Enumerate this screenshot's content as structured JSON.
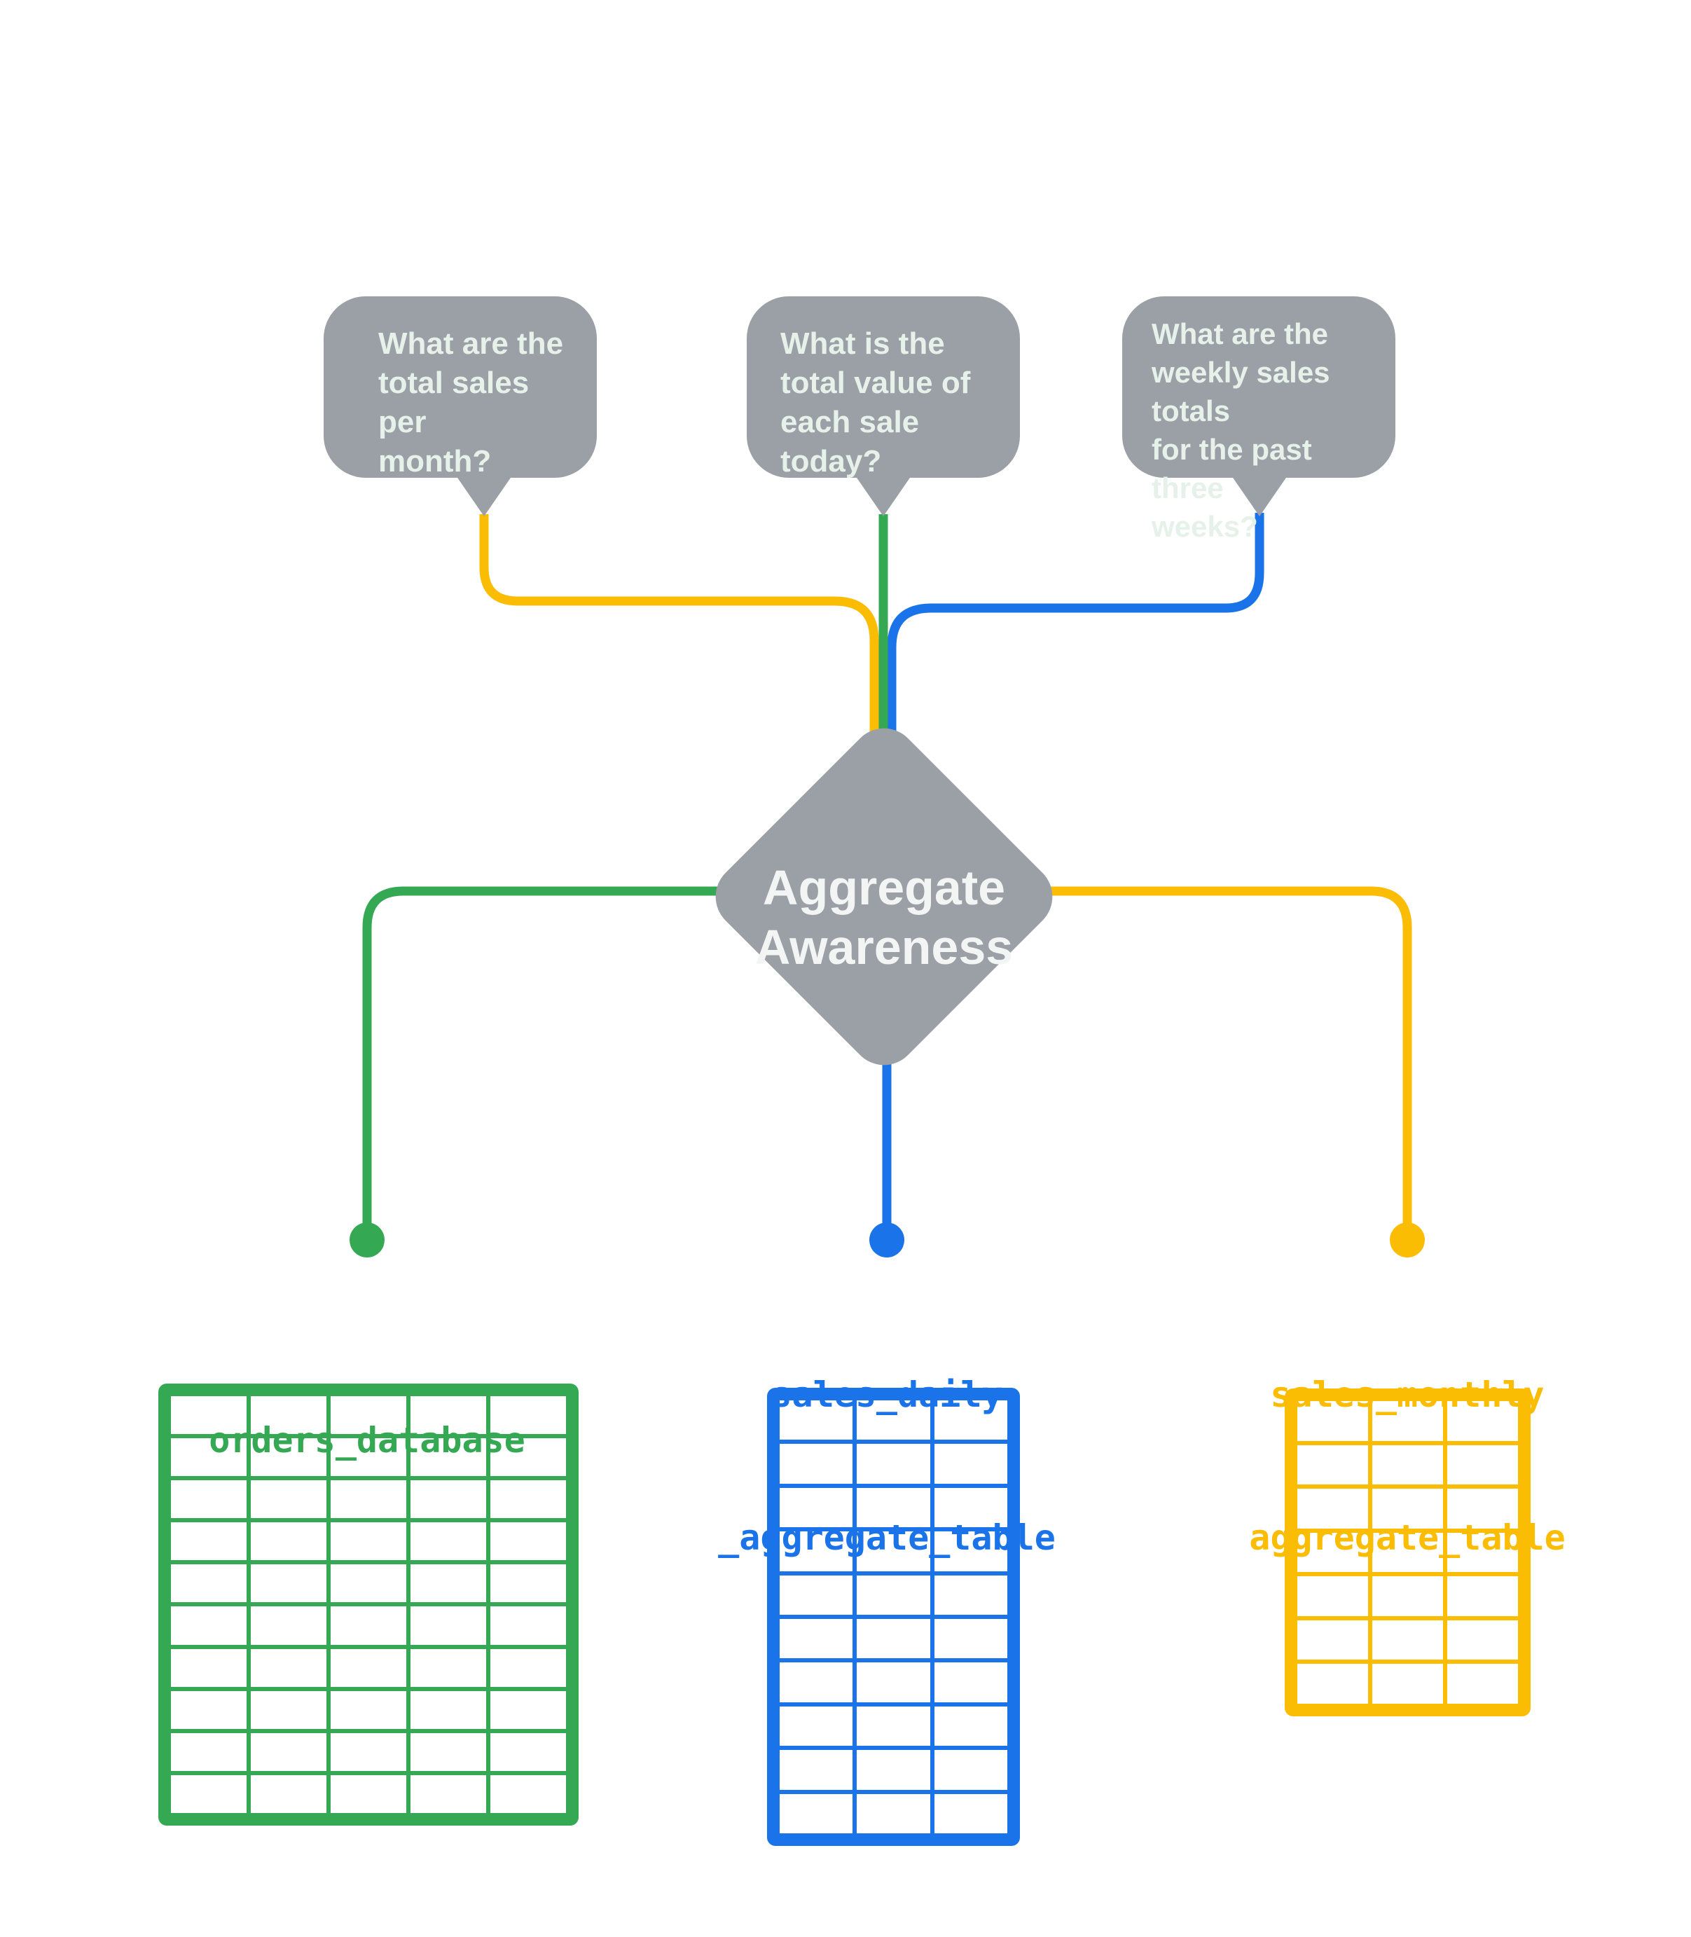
{
  "colors": {
    "green": "#34A853",
    "blue": "#1A73E8",
    "yellow": "#FBBC04",
    "gray": "#9AA0A6",
    "bubble_text": "#E6F1E9",
    "diamond_text": "#F3F5F4"
  },
  "bubbles": [
    {
      "id": "monthly-question",
      "lines": [
        "What are the",
        "total sales per",
        "month?"
      ]
    },
    {
      "id": "daily-question",
      "lines": [
        "What is the",
        "total value of",
        "each sale today?"
      ]
    },
    {
      "id": "weekly-question",
      "lines": [
        "What are the",
        "weekly sales totals",
        "for the past three",
        "weeks?"
      ]
    }
  ],
  "diamond": {
    "lines": [
      "Aggregate",
      "Awareness"
    ]
  },
  "tables": [
    {
      "id": "orders-database",
      "label_lines": [
        "orders_database"
      ],
      "color_key": "green",
      "cols": 5,
      "rows": 10
    },
    {
      "id": "sales-daily-aggregate-table",
      "label_lines": [
        "sales_daily",
        "_aggregate_table"
      ],
      "color_key": "blue",
      "cols": 3,
      "rows": 10
    },
    {
      "id": "sales-monthly-aggregate-table",
      "label_lines": [
        "sales_monthly",
        "aggregate_table"
      ],
      "color_key": "yellow",
      "cols": 3,
      "rows": 7
    }
  ]
}
